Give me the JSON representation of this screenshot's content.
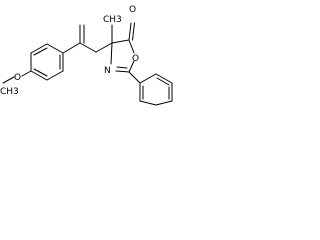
{
  "structure": {
    "atoms": {
      "ether_oxygen": "O",
      "ring_oxygen": "O",
      "carbonyl_oxygen": "O",
      "ring_nitrogen": "N"
    },
    "text_labels": {
      "methoxy_group": "CH3",
      "methyl_group": "CH3"
    }
  },
  "colors": {
    "bond": "#000000",
    "background": "#ffffff"
  }
}
